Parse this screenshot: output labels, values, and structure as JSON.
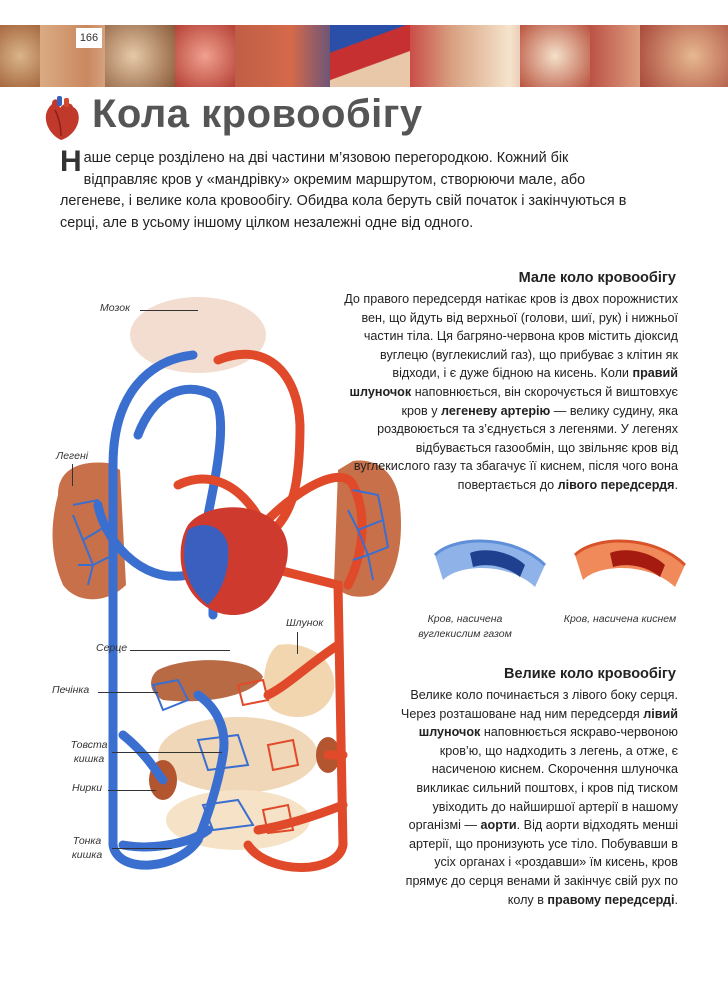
{
  "page_number": "166",
  "title": "Кола кровообігу",
  "intro": {
    "dropcap": "Н",
    "text": "аше серце розділено на дві частини м’язовою перегородкою. Кожний бік відправляє кров у «мандрівку» окремим маршрутом, створюючи мале, або легеневе, і велике кола кровообігу. Обидва кола беруть свій початок і закінчуються в серці, але в усьому іншому цілком незалежні одне від одного."
  },
  "small_circle": {
    "title": "Мале коло кровообігу",
    "p1": "До правого передсердя натікає кров із двох порожнистих вен, що йдуть від верхньої (голови, шиї, рук) і нижньої частин тіла. Ця багряно-червона кров містить діоксид вуглецю (вуглекислий газ), що прибуває з клітин як відходи, і є дуже бідною на кисень. Коли",
    "b1": "правий шлуночок",
    "p2": "наповнюється, він скорочується й виштовхує кров у",
    "b2": "легеневу артерію",
    "p3": "— велику судину, яка роздвоюється та з’єднується з легенями. У легенях відбувається газообмін, що звільняє кров від вуглекислого газу та збагачує її киснем, після чого вона повертається до",
    "b3": "лівого передсердя",
    "p4": "."
  },
  "vessels": {
    "blue_caption": "Кров, насичена вуглекислим газом",
    "red_caption": "Кров, насичена киснем",
    "blue_color": "#3a6fd0",
    "red_color": "#e04a2a"
  },
  "large_circle": {
    "title": "Велике коло кровообігу",
    "p1": "Велике коло починається з лівого боку серця. Через розташоване над ним передсердя",
    "b1": "лівий шлуночок",
    "p2": "наповнюється яскраво-червоною кров’ю, що надходить з легень, а отже, є насиченою киснем. Скорочення шлуночка викликає сильний поштовх, і кров під тиском увіходить до найширшої артерії в нашому організмі —",
    "b2": "аорти",
    "p3": ". Від аорти відходять менші артерії, що пронизують усе тіло. Побувавши в усіх органах і «роздавши» їм кисень, кров прямує до серця венами й закінчує свій рух по колу в",
    "b3": "правому передсерді",
    "p4": "."
  },
  "labels": {
    "brain": "Мозок",
    "lungs": "Легені",
    "heart": "Серце",
    "stomach": "Шлунок",
    "liver": "Печінка",
    "colon": "Товста кишка",
    "kidneys": "Нирки",
    "small_intestine": "Тонка кишка"
  }
}
